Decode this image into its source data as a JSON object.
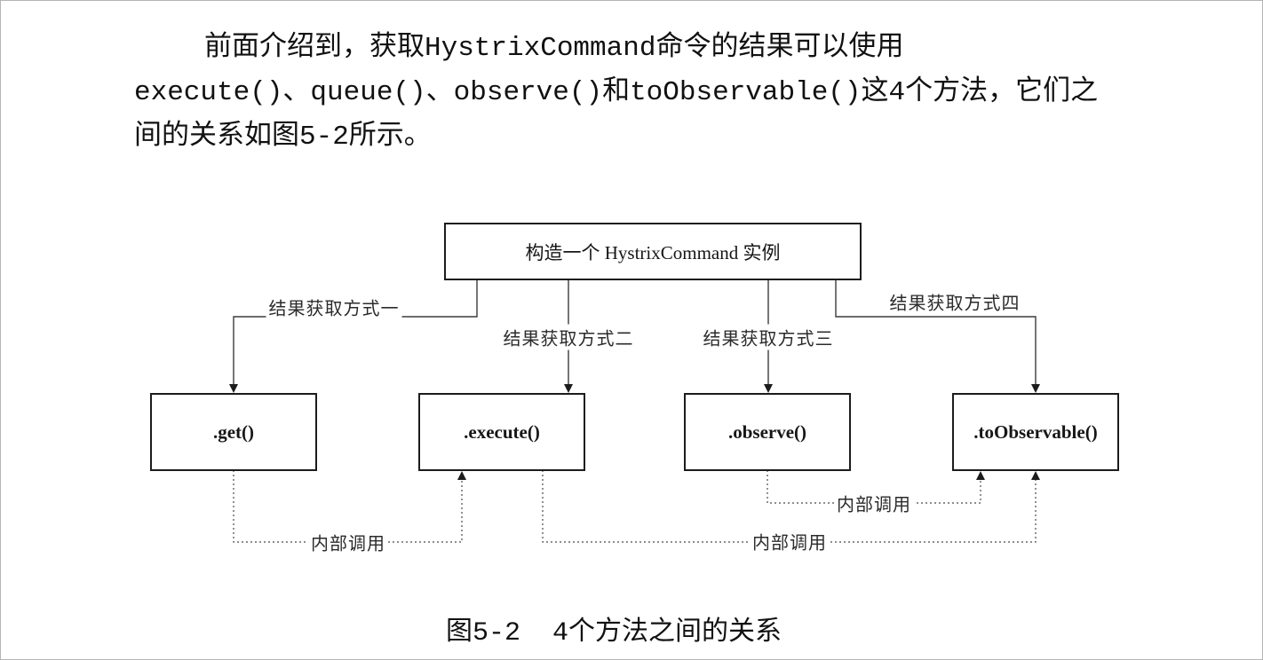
{
  "paragraph": {
    "lines": [
      "前面介绍到，获取HystrixCommand命令的结果可以使用",
      "execute()、queue()、observe()和toObservable()这4个方法，它们之",
      "间的关系如图5-2所示。"
    ]
  },
  "diagram": {
    "root_box_label": "构造一个 HystrixCommand 实例",
    "method_boxes": [
      {
        "label": ".get()"
      },
      {
        "label": ".execute()"
      },
      {
        "label": ".observe()"
      },
      {
        "label": ".toObservable()"
      }
    ],
    "edge_labels": {
      "way1": "结果获取方式一",
      "way2": "结果获取方式二",
      "way3": "结果获取方式三",
      "way4": "结果获取方式四"
    },
    "internal_call_label": "内部调用",
    "colors": {
      "solid_line": "#3b3b3b",
      "dashed_line": "#4a4a4a",
      "box_border": "#1c1c1c",
      "text": "#161616"
    }
  },
  "caption": {
    "number": "图5-2",
    "title": "4个方法之间的关系"
  }
}
